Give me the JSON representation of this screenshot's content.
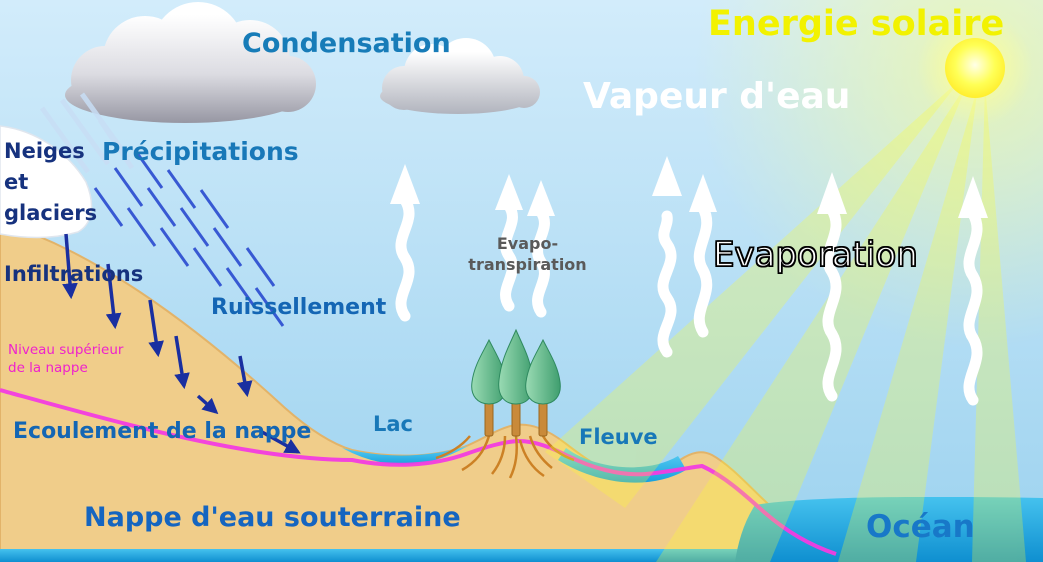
{
  "diagram": {
    "labels": {
      "energie_solaire": "Energie solaire",
      "condensation": "Condensation",
      "vapeur_deau": "Vapeur d'eau",
      "neiges_glaciers": {
        "line1": "Neiges",
        "line2": "et",
        "line3": "glaciers"
      },
      "precipitations": "Précipitations",
      "infiltrations": "Infiltrations",
      "ruissellement": "Ruissellement",
      "niveau_nappe": {
        "line1": "Niveau supérieur",
        "line2": "de la nappe"
      },
      "evapotranspiration": {
        "line1": "Evapo-",
        "line2": "transpiration"
      },
      "evaporation": "Evaporation",
      "ecoulement": "Ecoulement de la nappe",
      "lac": "Lac",
      "fleuve": "Fleuve",
      "nappe_souterraine": "Nappe d'eau souterraine",
      "ocean": "Océan"
    },
    "colors": {
      "sky_top": "#d2ecfb",
      "sky_bottom": "#9cd2ef",
      "terrain": "#f0cd8a",
      "water": "#35b4ea",
      "water_table_line": "#f23ce0",
      "sun_yellow": "#ffff4d",
      "label_blue": "#1878b8",
      "label_navy": "#16327e",
      "label_magenta": "#ee22cc",
      "label_yellow": "#f2f200",
      "label_gray": "#5a5a5a",
      "rain_blue": "#2a4bd0"
    }
  }
}
